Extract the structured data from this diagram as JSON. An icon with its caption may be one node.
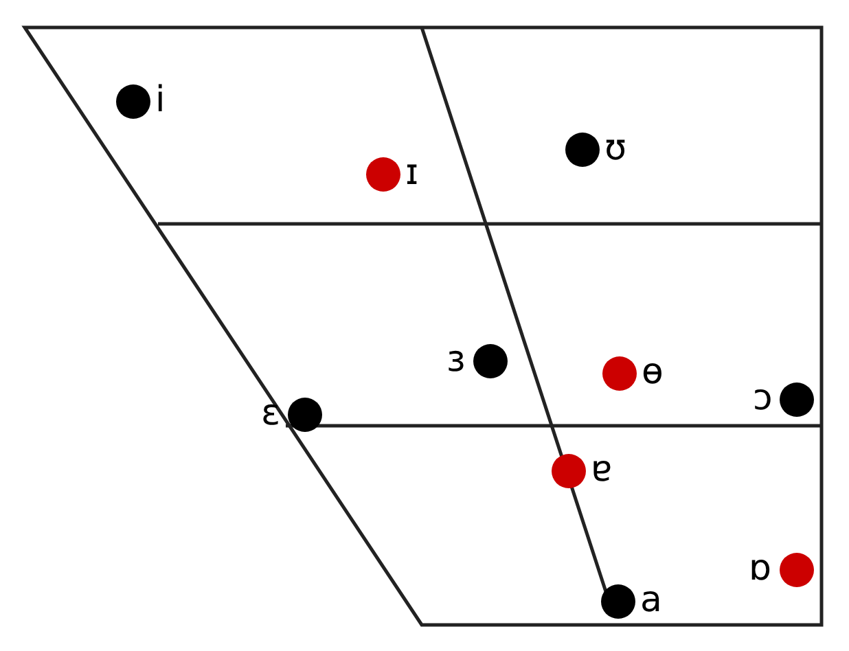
{
  "diagram": {
    "labels": [
      "i",
      "ɪ",
      "ʊ",
      "ɜ",
      "ɵ",
      "ɛ",
      "ɔ",
      "ɐ",
      "ɒ",
      "a"
    ]
  }
}
